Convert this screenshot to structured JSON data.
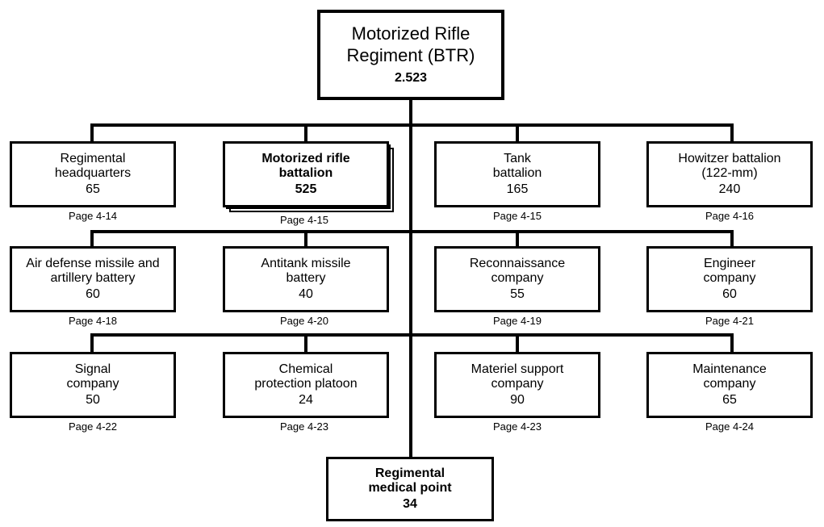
{
  "diagram": {
    "root": {
      "name": "Motorized Rifle\nRegiment (BTR)",
      "count": "2.523"
    },
    "rows": [
      [
        {
          "id": "regimental-headquarters",
          "name": "Regimental\nheadquarters",
          "count": "65",
          "page": "Page 4-14"
        },
        {
          "id": "motorized-rifle-battalion",
          "name": "Motorized rifle\nbattalion",
          "count": "525",
          "page": "Page 4-15",
          "stacked": true
        },
        {
          "id": "tank-battalion",
          "name": "Tank\nbattalion",
          "count": "165",
          "page": "Page 4-15"
        },
        {
          "id": "howitzer-battalion",
          "name": "Howitzer battalion\n(122-mm)",
          "count": "240",
          "page": "Page 4-16"
        }
      ],
      [
        {
          "id": "air-defense-missile-artillery-battery",
          "name": "Air defense missile and\nartillery battery",
          "count": "60",
          "page": "Page 4-18"
        },
        {
          "id": "antitank-missile-battery",
          "name": "Antitank missile\nbattery",
          "count": "40",
          "page": "Page 4-20"
        },
        {
          "id": "reconnaissance-company",
          "name": "Reconnaissance\ncompany",
          "count": "55",
          "page": "Page 4-19"
        },
        {
          "id": "engineer-company",
          "name": "Engineer\ncompany",
          "count": "60",
          "page": "Page 4-21"
        }
      ],
      [
        {
          "id": "signal-company",
          "name": "Signal\ncompany",
          "count": "50",
          "page": "Page 4-22"
        },
        {
          "id": "chemical-protection-platoon",
          "name": "Chemical\nprotection platoon",
          "count": "24",
          "page": "Page 4-23"
        },
        {
          "id": "materiel-support-company",
          "name": "Materiel support\ncompany",
          "count": "90",
          "page": "Page 4-23"
        },
        {
          "id": "maintenance-company",
          "name": "Maintenance\ncompany",
          "count": "65",
          "page": "Page 4-24"
        }
      ]
    ],
    "bottom": {
      "id": "regimental-medical-point",
      "name": "Regimental\nmedical point",
      "count": "34"
    }
  }
}
